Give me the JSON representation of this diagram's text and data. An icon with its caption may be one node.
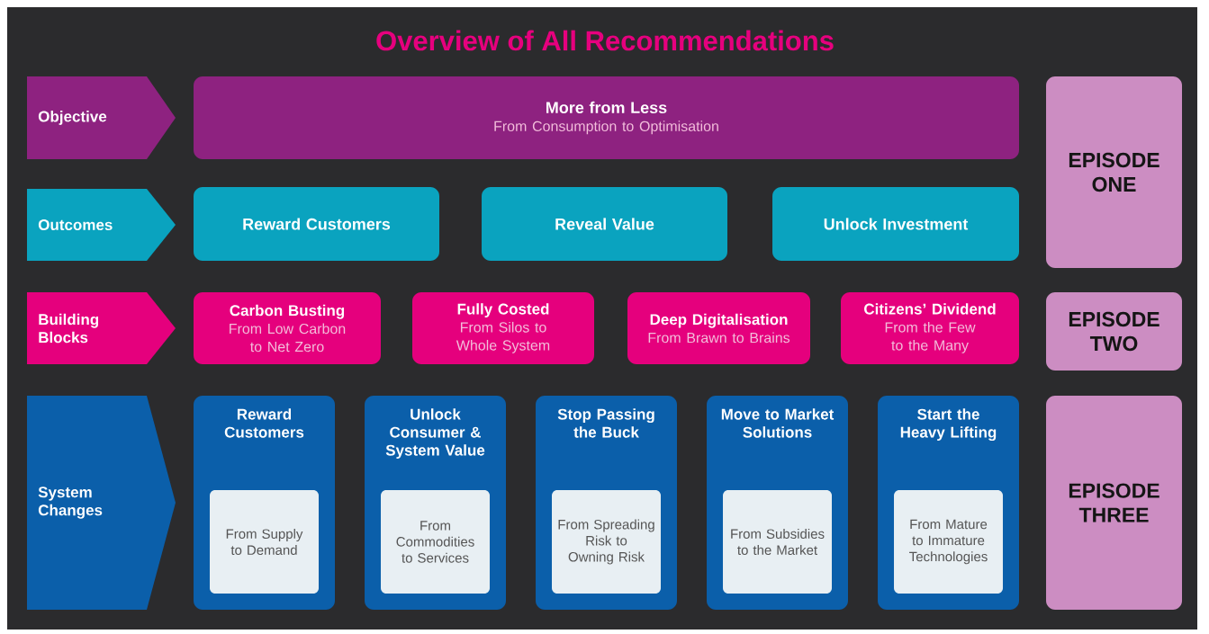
{
  "diagram": {
    "title": "Overview of All Recommendations",
    "nodes": [
      {
        "text": [
          "Objective"
        ]
      },
      {
        "text": [
          "More from Less",
          "From Consumption to Optimisation"
        ]
      },
      {
        "text": [
          "EPISODE ONE"
        ]
      },
      {
        "text": [
          "Outcomes"
        ]
      },
      {
        "text": [
          "Reward Customers"
        ]
      },
      {
        "text": [
          "Reveal Value"
        ]
      },
      {
        "text": [
          "Unlock Investment"
        ]
      },
      {
        "text": [
          "Building Blocks"
        ]
      },
      {
        "text": [
          "Carbon Busting",
          "From Low Carbon to Net Zero"
        ]
      },
      {
        "text": [
          "Fully Costed",
          "From Silos to Whole System"
        ]
      },
      {
        "text": [
          "Deep Digitalisation",
          "From Brawn to Brains"
        ]
      },
      {
        "text": [
          "Citizens’ Dividend",
          "From the Few to the Many"
        ]
      },
      {
        "text": [
          "EPISODE TWO"
        ]
      },
      {
        "text": [
          "System Changes"
        ]
      },
      {
        "text": [
          "Reward Customers"
        ]
      },
      {
        "text": [
          "From Supply to Demand"
        ],
        "in": 14
      },
      {
        "text": [
          "Unlock Consumer & System Value"
        ]
      },
      {
        "text": [
          "From Commodities to Services"
        ],
        "in": 16
      },
      {
        "text": [
          "Stop Passing the Buck"
        ]
      },
      {
        "text": [
          "From Spreading Risk to Owning Risk"
        ],
        "in": 18
      },
      {
        "text": [
          "Move to Market Solutions"
        ]
      },
      {
        "text": [
          "From Subsidies to the Market"
        ],
        "in": 20
      },
      {
        "text": [
          "Start the Heavy Lifting"
        ]
      },
      {
        "text": [
          "From Mature to Immature Technologies"
        ],
        "in": 22
      },
      {
        "text": [
          "EPISODE THREE"
        ]
      }
    ]
  }
}
